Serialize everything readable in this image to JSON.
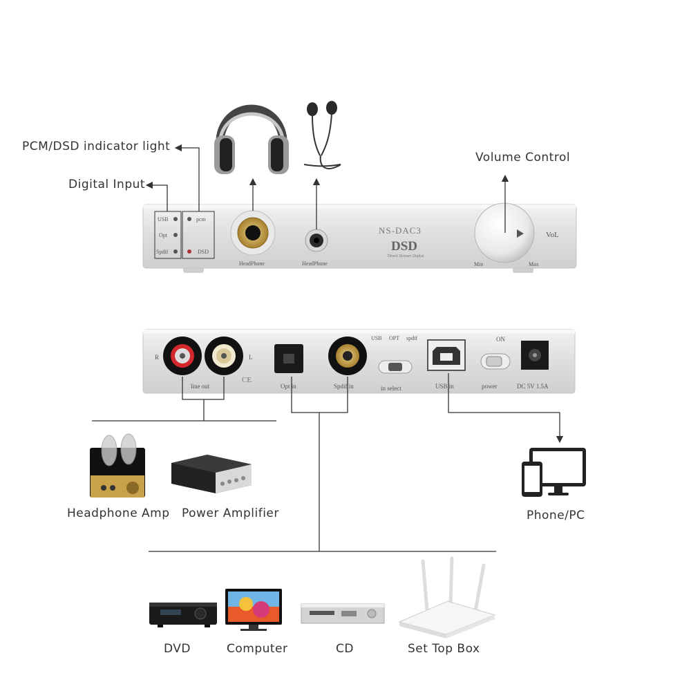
{
  "labels": {
    "pcm_dsd_indicator": "PCM/DSD indicator light",
    "digital_input": "Digital Input",
    "volume_control": "Volume Control",
    "headphone_amp": "Headphone Amp",
    "power_amplifier": "Power Amplifier",
    "phone_pc": "Phone/PC",
    "dvd": "DVD",
    "computer": "Computer",
    "cd": "CD",
    "set_top_box": "Set Top Box"
  },
  "front_panel": {
    "model": "NS-DAC3",
    "dsd_logo": "DSD",
    "dsd_sub": "Direct Stream Digital",
    "inputs": [
      "USB",
      "Opt",
      "Spdif"
    ],
    "indicators": [
      "pcm",
      "DSD"
    ],
    "headphone_label_1": "HeadPhone",
    "headphone_label_2": "HeadPhone",
    "vol": "VoL",
    "min": "Min",
    "max": "Max"
  },
  "rear_panel": {
    "r": "R",
    "l": "L",
    "line_out": "line out",
    "ce": "CE",
    "opt_in": "Opt in",
    "spdif_in": "Spdif in",
    "in_select_opts": [
      "USB",
      "OPT",
      "spdif"
    ],
    "in_select": "in select",
    "usb_in": "USB in",
    "on": "ON",
    "power": "power",
    "dc": "DC 5V 1.5A"
  },
  "colors": {
    "panel": "#dcdcdc",
    "panel_edge": "#c4c4c4",
    "gold": "#c9a14a",
    "line": "#333333"
  }
}
